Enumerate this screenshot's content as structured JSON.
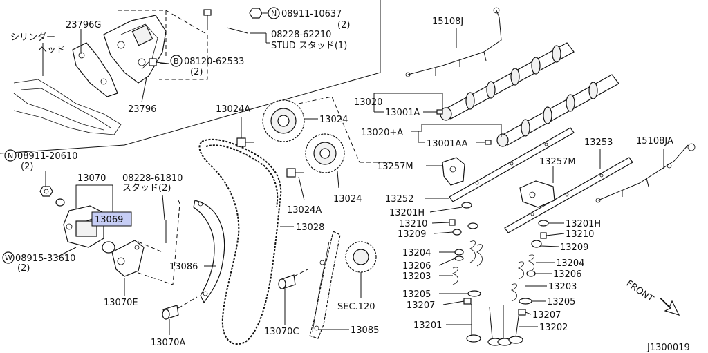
{
  "labels": {
    "p23796g": "23796G",
    "cyl1": "シリンダー",
    "cyl2": "ヘッド",
    "p23796": "23796",
    "n08911_10637": "08911-10637",
    "n08911_10637_q": "(2)",
    "p08228_62210": "08228-62210",
    "stud1": "STUD スタッド(1)",
    "p08120_62533": "08120-62533",
    "p08120_q": "(2)",
    "n08911_20610": "08911-20610",
    "n08911_20610_q": "(2)",
    "p13070": "13070",
    "p08228_61810": "08228-61810",
    "stud2": "スタッド(2)",
    "p13069": "13069",
    "w08915_33610": "08915-33610",
    "w08915_q": "(2)",
    "p13086": "13086",
    "p13070e": "13070E",
    "p13070a": "13070A",
    "p13070c": "13070C",
    "p13085": "13085",
    "sec120": "SEC.120",
    "p13028": "13028",
    "p13024a_top": "13024A",
    "p13024_top": "13024",
    "p13024a_bot": "13024A",
    "p13024_bot": "13024",
    "p15108j": "15108J",
    "p13020": "13020",
    "p13001a": "13001A",
    "p13020a": "13020+A",
    "p13001aa": "13001AA",
    "p13257m_l": "13257M",
    "p13252": "13252",
    "p13201h_l": "13201H",
    "p13210_l": "13210",
    "p13209_l": "13209",
    "p13204_l": "13204",
    "p13206_l": "13206",
    "p13203_l": "13203",
    "p13205_l": "13205",
    "p13207_l": "13207",
    "p13201": "13201",
    "p13253": "13253",
    "p15108ja": "15108JA",
    "p13257m_r": "13257M",
    "p13201h_r": "13201H",
    "p13210_r": "13210",
    "p13209_r": "13209",
    "p13204_r": "13204",
    "p13206_r": "13206",
    "p13203_r": "13203",
    "p13205_r": "13205",
    "p13207_r": "13207",
    "p13202": "13202",
    "front": "FRONT",
    "ref": "J1300019"
  },
  "symbols": {
    "n": "N",
    "b": "B",
    "w": "W"
  },
  "colors": {
    "highlight": "#c6cdf5",
    "line": "#111111"
  }
}
